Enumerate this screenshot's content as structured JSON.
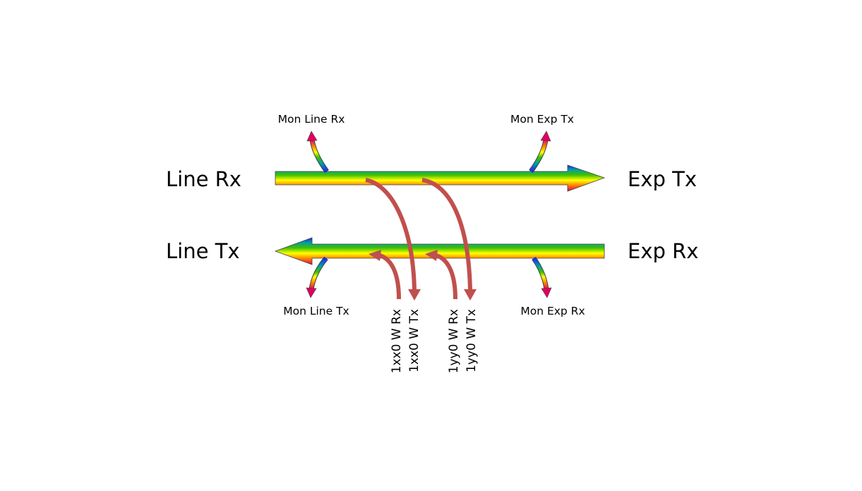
{
  "main_labels": {
    "line_rx": "Line Rx",
    "exp_tx": "Exp Tx",
    "line_tx": "Line Tx",
    "exp_rx": "Exp Rx"
  },
  "monitor_labels": {
    "mon_line_rx": "Mon Line Rx",
    "mon_exp_tx": "Mon Exp Tx",
    "mon_line_tx": "Mon Line Tx",
    "mon_exp_rx": "Mon Exp Rx"
  },
  "port_labels": {
    "p1xx0_rx": "1xx0 W Rx",
    "p1xx0_tx": "1xx0 W Tx",
    "p1yy0_rx": "1yy0 W Rx",
    "p1yy0_tx": "1yy0 W Tx"
  },
  "colors": {
    "drop_add_arrow": "#c0504d"
  }
}
